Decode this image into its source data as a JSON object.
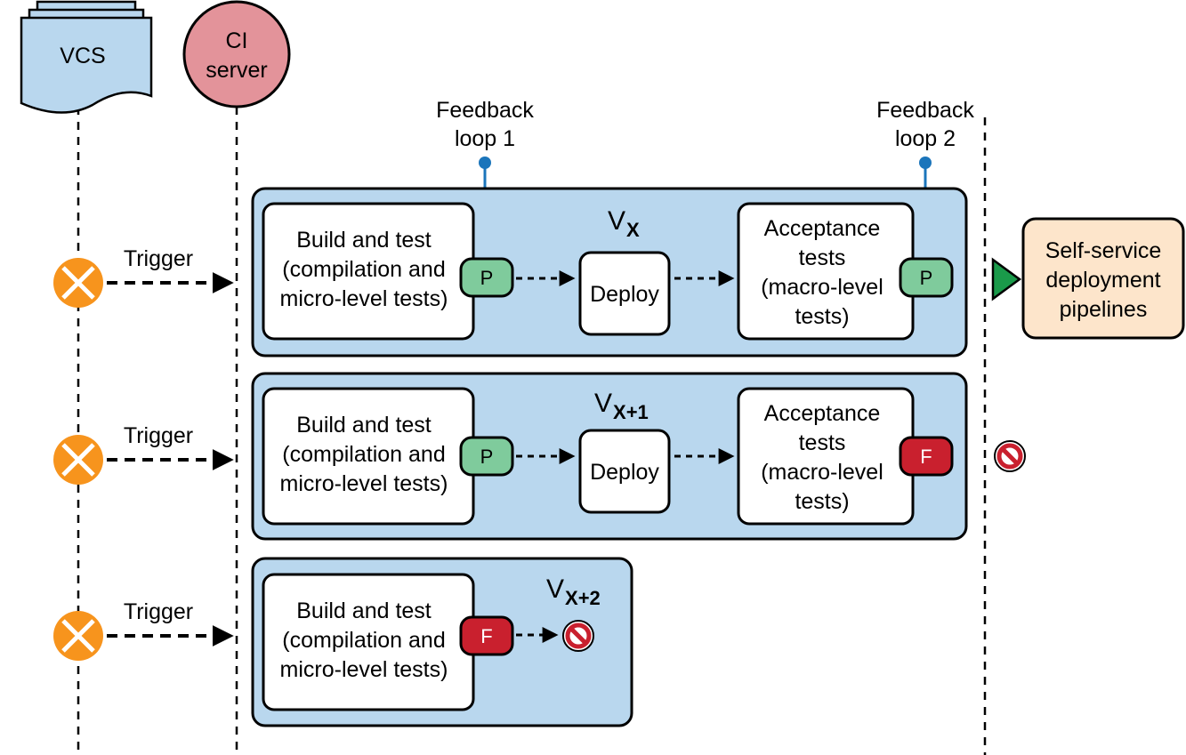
{
  "vcs": {
    "label": "VCS"
  },
  "ci_server": {
    "label_line1": "CI",
    "label_line2": "server"
  },
  "feedback_loops": [
    {
      "line1": "Feedback",
      "line2": "loop 1"
    },
    {
      "line1": "Feedback",
      "line2": "loop 2"
    }
  ],
  "trigger_label": "Trigger",
  "build_box": {
    "line1": "Build and test",
    "line2": "(compilation and",
    "line3": "micro-level tests)"
  },
  "deploy_label": "Deploy",
  "acceptance_box": {
    "line1": "Acceptance",
    "line2": "tests",
    "line3": "(macro-level",
    "line4": "tests)"
  },
  "badges": {
    "pass": "P",
    "fail": "F"
  },
  "versions": [
    {
      "base": "V",
      "sub": "X"
    },
    {
      "base": "V",
      "sub": "X+1"
    },
    {
      "base": "V",
      "sub": "X+2"
    }
  ],
  "self_service": {
    "line1": "Self-service",
    "line2": "deployment",
    "line3": "pipelines"
  },
  "colors": {
    "lane_fill": "#b9d7ee",
    "vcs_fill": "#b9d7ee",
    "ci_fill": "#e3939a",
    "trigger_fill": "#f7941d",
    "pass_fill": "#7fcb9c",
    "fail_fill": "#c9202e",
    "self_service_fill": "#fde5cb",
    "feedback_line": "#1b75bb",
    "go_arrow": "#1a9a4a"
  }
}
